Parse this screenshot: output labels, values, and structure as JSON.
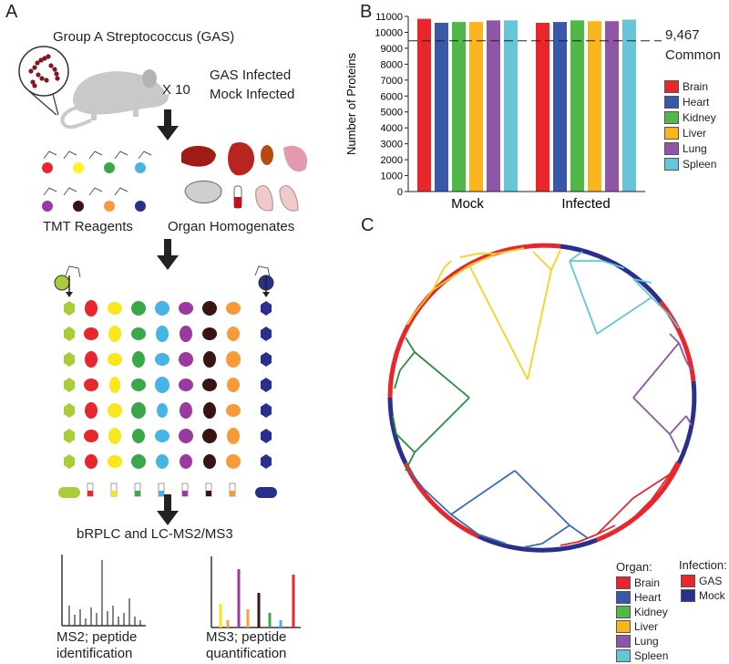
{
  "panel_a": {
    "letter": "A",
    "gas_label": "Group A Streptococcus (GAS)",
    "times_label": "X 10",
    "infected_label": "GAS Infected",
    "mock_label": "Mock Infected",
    "tmt_label": "TMT Reagents",
    "organ_label": "Organ Homogenates",
    "method_label": "bRPLC and LC-MS2/MS3",
    "ms2_label_1": "MS2; peptide",
    "ms2_label_2": "identification",
    "ms3_label_1": "MS3; peptide",
    "ms3_label_2": "quantification"
  },
  "panel_b": {
    "letter": "B",
    "common_value": "9,467",
    "common_label": "Common"
  },
  "panel_c": {
    "letter": "C",
    "organ_title": "Organ:",
    "infection_title": "Infection:",
    "organs": [
      "Brain",
      "Heart",
      "Kidney",
      "Liver",
      "Lung",
      "Spleen"
    ],
    "infections": [
      "GAS",
      "Mock"
    ]
  },
  "colors": {
    "brain": "#e8262b",
    "heart": "#3a58a8",
    "kidney": "#4fb848",
    "liver": "#fbb51c",
    "lung": "#8f56a6",
    "spleen": "#66c6d8",
    "gas": "#e8262b",
    "mock": "#2b2f8c"
  },
  "chart_data": {
    "type": "bar",
    "ylabel": "Number of Proteins",
    "ylim": [
      0,
      11000
    ],
    "yticks": [
      0,
      1000,
      2000,
      3000,
      4000,
      5000,
      6000,
      7000,
      8000,
      9000,
      10000,
      11000
    ],
    "groups": [
      "Mock",
      "Infected"
    ],
    "series": [
      {
        "name": "Brain",
        "values": [
          10850,
          10600
        ]
      },
      {
        "name": "Heart",
        "values": [
          10600,
          10650
        ]
      },
      {
        "name": "Kidney",
        "values": [
          10650,
          10750
        ]
      },
      {
        "name": "Liver",
        "values": [
          10650,
          10700
        ]
      },
      {
        "name": "Lung",
        "values": [
          10750,
          10700
        ]
      },
      {
        "name": "Spleen",
        "values": [
          10750,
          10800
        ]
      }
    ],
    "reference_line": 9467
  }
}
